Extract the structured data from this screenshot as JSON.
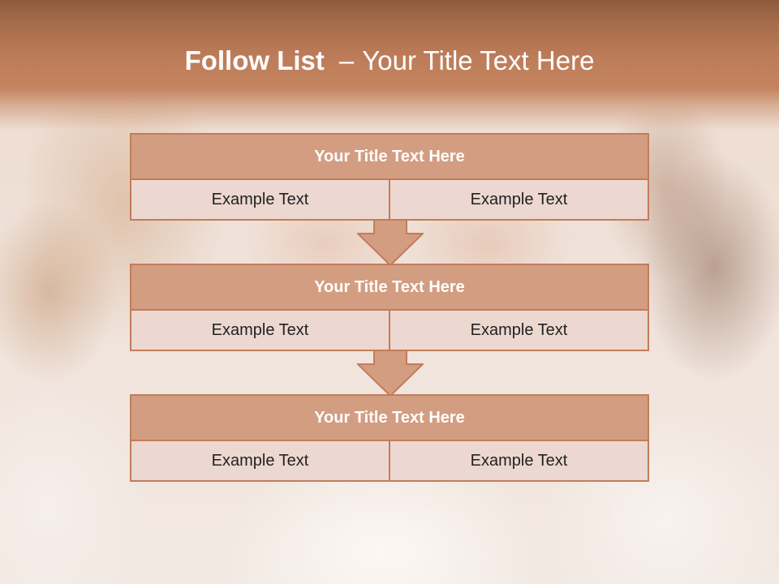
{
  "title": {
    "lead": "Follow List",
    "dash": "–",
    "rest": "Your Title Text Here"
  },
  "steps": [
    {
      "header": "Your Title Text Here",
      "left": "Example Text",
      "right": "Example Text"
    },
    {
      "header": "Your Title Text Here",
      "left": "Example Text",
      "right": "Example Text"
    },
    {
      "header": "Your Title Text Here",
      "left": "Example Text",
      "right": "Example Text"
    }
  ],
  "colors": {
    "band": "#c4845f",
    "box_border": "#c27c59",
    "box_header_fill": "#d39d81",
    "box_row_fill": "#ecd8d0",
    "arrow_fill": "#d39d81"
  },
  "icons": {
    "connector": "down-arrow-icon"
  }
}
